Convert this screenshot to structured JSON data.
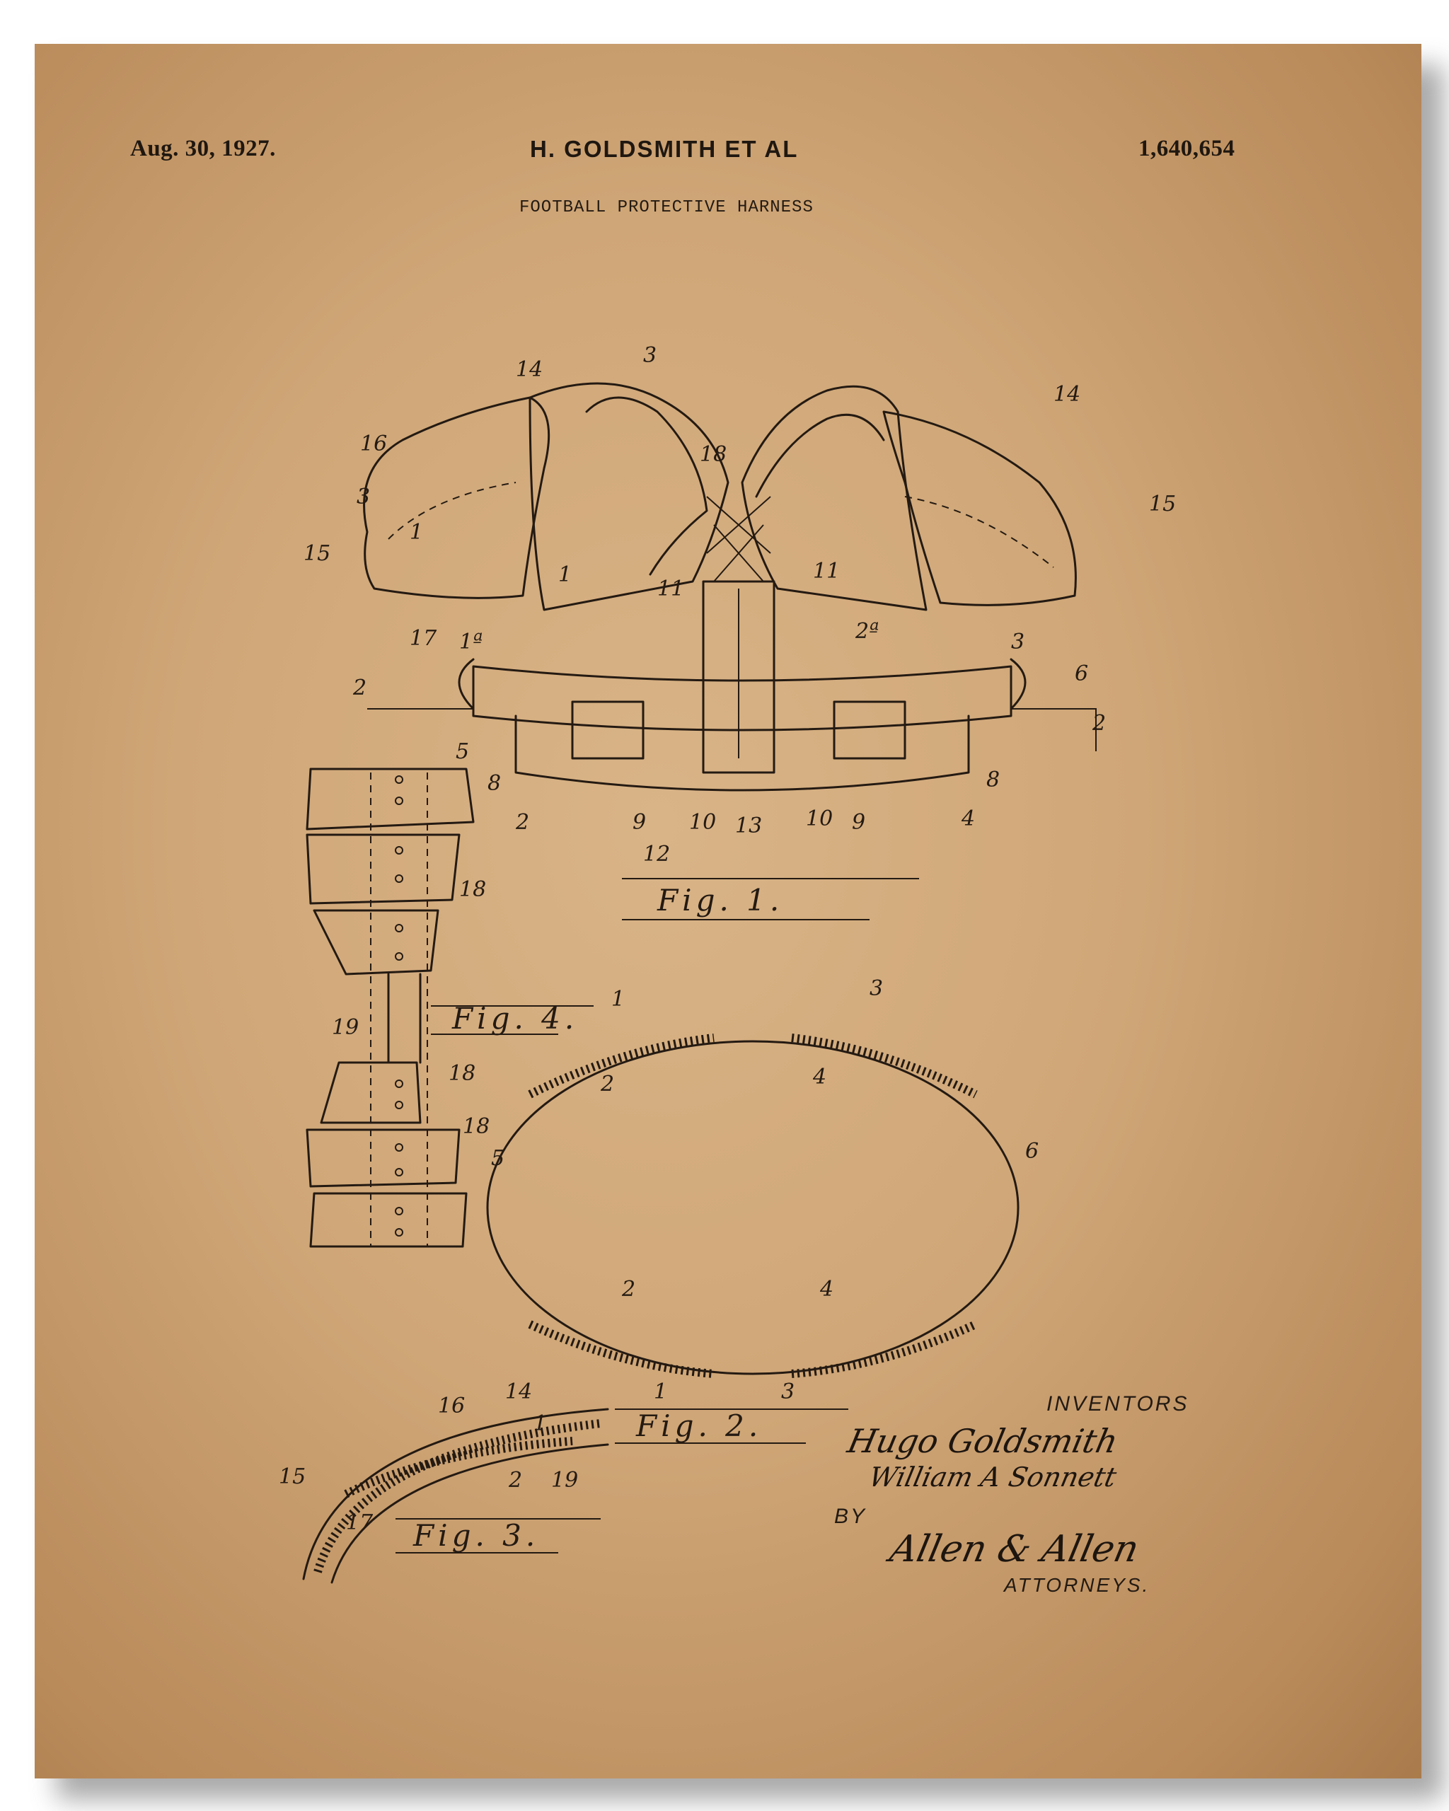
{
  "header": {
    "date": "Aug. 30, 1927.",
    "inventor": "H. GOLDSMITH  ET AL",
    "patent_number": "1,640,654"
  },
  "title": "FOOTBALL PROTECTIVE HARNESS",
  "figures": {
    "fig1": "Fig. 1.",
    "fig2": "Fig. 2.",
    "fig3": "Fig. 3.",
    "fig4": "Fig. 4."
  },
  "labels": {
    "inventors": "INVENTORS",
    "by": "BY",
    "attorneys": "ATTORNEYS."
  },
  "signatures": {
    "inventor_1": "Hugo Goldsmith",
    "inventor_2": "William A Sonnett",
    "attorneys": "Allen & Allen"
  }
}
